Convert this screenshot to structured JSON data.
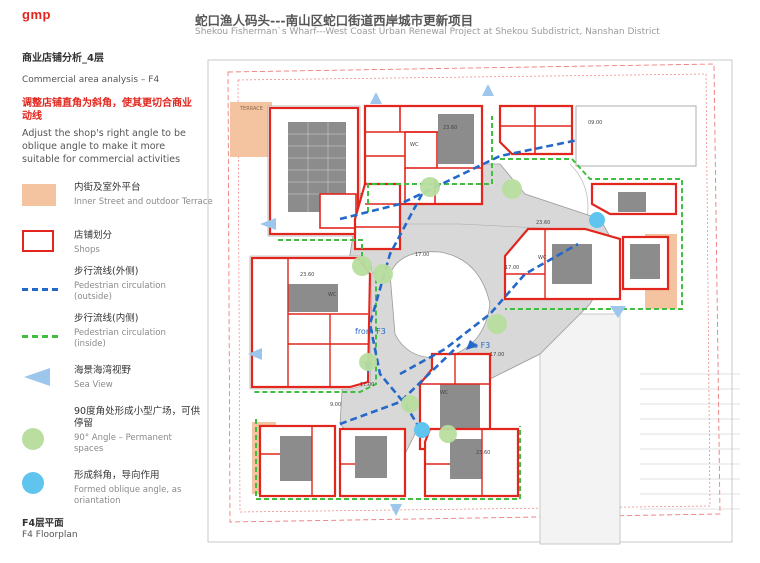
{
  "logo": "gmp",
  "header": {
    "title_cn": "蛇口渔人码头---南山区蛇口街道西岸城市更新项目",
    "title_en": "Shekou Fisherman`s Wharf---West Coast Urban Renewal Project at Shekou Subdistrict, Nanshan District"
  },
  "section": {
    "title_cn": "商业店铺分析_4层",
    "title_en": "Commercial area analysis – F4",
    "subtitle_cn": "调整店铺直角为斜角，使其更切合商业动线",
    "subtitle_en": "Adjust the shop's right angle to be oblique angle to make it more suitable for commercial activities"
  },
  "legend": [
    {
      "id": "terrace",
      "cn": "内街及室外平台",
      "en": "Inner Street and outdoor Terrace",
      "color": "#f4c3a0"
    },
    {
      "id": "shops",
      "cn": "店铺划分",
      "en": "Shops",
      "color": "#e2261d"
    },
    {
      "id": "ped-out",
      "cn": "步行流线(外侧)",
      "en": "Pedestrian circulation (outside)",
      "color": "#2468c8"
    },
    {
      "id": "ped-in",
      "cn": "步行流线(内侧)",
      "en": "Pedestrian circulation (inside)",
      "color": "#3fbe3f"
    },
    {
      "id": "sea-view",
      "cn": "海景海湾视野",
      "en": "Sea View",
      "color": "#9cc6ec"
    },
    {
      "id": "plaza",
      "cn": "90度角处形成小型广场，可供停留",
      "en": "90° Angle – Permanent spaces",
      "color": "#b9dea0"
    },
    {
      "id": "oblique",
      "cn": "形成斜角，导向作用",
      "en": "Formed oblique angle, as oriantation",
      "color": "#5fc4ee"
    }
  ],
  "footer": {
    "cn": "F4层平面",
    "en": "F4 Floorplan"
  },
  "plan": {
    "terrace_label": "TERRACE",
    "arrow_from": "from F3",
    "arrow_to": "to F3",
    "wc": "WC",
    "levels": [
      "23.60",
      "23.60",
      "23.60",
      "23.60",
      "17.00",
      "17.00",
      "17.00",
      "17.00",
      "9.00",
      "9.00",
      "09.00"
    ],
    "colors": {
      "shop": "#e2261d",
      "core": "#8c8c8c",
      "street": "#d8d8d8",
      "terrace": "#f4c3a0",
      "blue": "#2468c8",
      "green": "#3fbe3f",
      "plaza": "#b9dea0",
      "oblique": "#5fc4ee"
    }
  }
}
